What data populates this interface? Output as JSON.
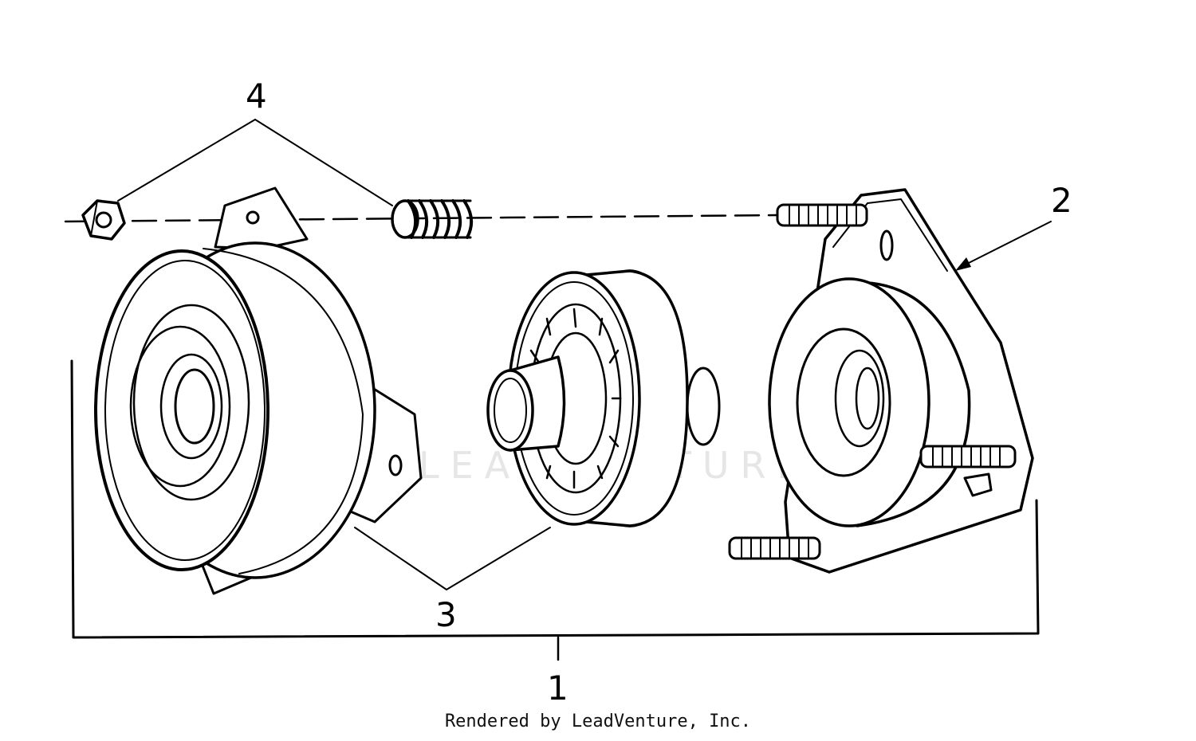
{
  "callouts": {
    "c1": "1",
    "c2": "2",
    "c3": "3",
    "c4": "4"
  },
  "watermark": "LEADVENTURE",
  "credit": "Rendered by LeadVenture, Inc.",
  "colors": {
    "ink": "#000000",
    "paper": "#ffffff",
    "watermark": "#e6e6e6"
  }
}
